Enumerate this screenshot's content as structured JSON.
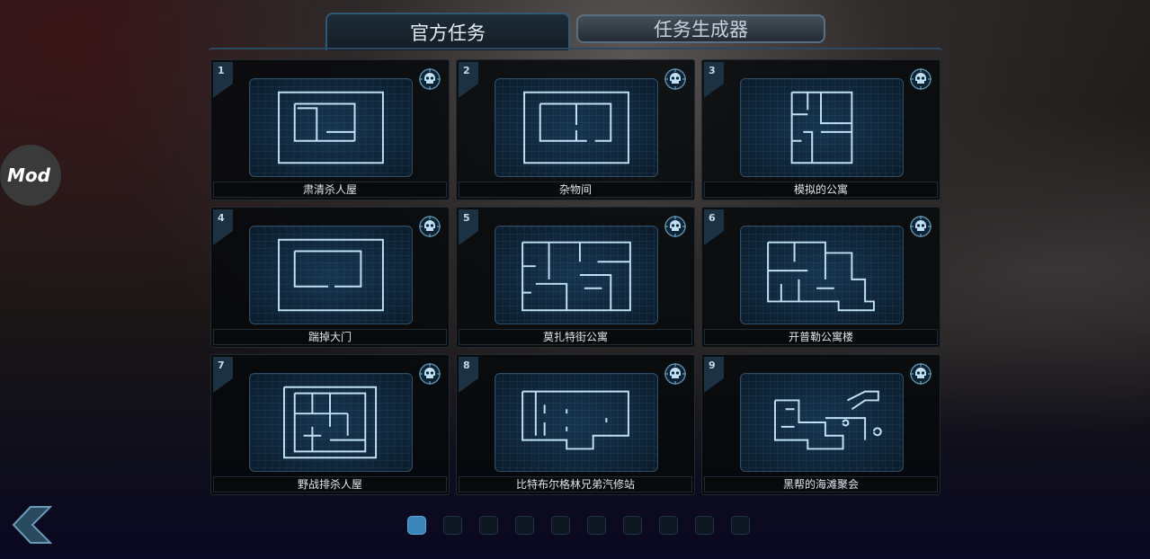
{
  "mod_button": "Mod",
  "tabs": [
    {
      "label": "官方任务",
      "active": true
    },
    {
      "label": "任务生成器",
      "active": false
    }
  ],
  "missions": [
    {
      "number": "1",
      "name": "肃清杀人屋"
    },
    {
      "number": "2",
      "name": "杂物间"
    },
    {
      "number": "3",
      "name": "模拟的公寓"
    },
    {
      "number": "4",
      "name": "踹掉大门"
    },
    {
      "number": "5",
      "name": "莫扎特街公寓"
    },
    {
      "number": "6",
      "name": "开普勒公寓楼"
    },
    {
      "number": "7",
      "name": "野战排杀人屋"
    },
    {
      "number": "8",
      "name": "比特布尔格林兄弟汽修站"
    },
    {
      "number": "9",
      "name": "黑帮的海滩聚会"
    }
  ],
  "pagination": {
    "current": 1,
    "total": 10
  },
  "colors": {
    "accent": "#3a86b8",
    "wall": "#bfe0f5"
  }
}
